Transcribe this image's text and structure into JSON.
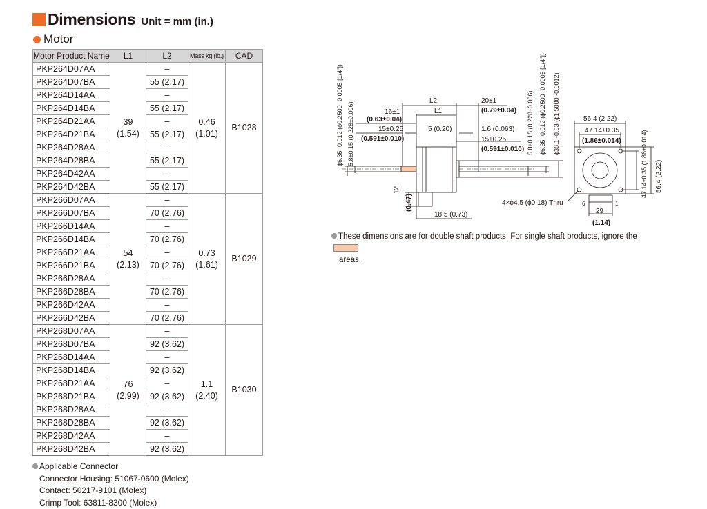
{
  "heading": {
    "title": "Dimensions",
    "unit": "Unit = mm (in.)"
  },
  "subheading": "Motor",
  "table": {
    "headers": [
      "Motor Product Name",
      "L1",
      "L2",
      "Mass kg (lb.)",
      "CAD"
    ],
    "groups": [
      {
        "l1": [
          "39",
          "(1.54)"
        ],
        "mass": [
          "0.46",
          "(1.01)"
        ],
        "cad": "B1028",
        "rows": [
          [
            "PKP264D07AA",
            "–"
          ],
          [
            "PKP264D07BA",
            "55 (2.17)"
          ],
          [
            "PKP264D14AA",
            "–"
          ],
          [
            "PKP264D14BA",
            "55 (2.17)"
          ],
          [
            "PKP264D21AA",
            "–"
          ],
          [
            "PKP264D21BA",
            "55 (2.17)"
          ],
          [
            "PKP264D28AA",
            "–"
          ],
          [
            "PKP264D28BA",
            "55 (2.17)"
          ],
          [
            "PKP264D42AA",
            "–"
          ],
          [
            "PKP264D42BA",
            "55 (2.17)"
          ]
        ]
      },
      {
        "l1": [
          "54",
          "(2.13)"
        ],
        "mass": [
          "0.73",
          "(1.61)"
        ],
        "cad": "B1029",
        "rows": [
          [
            "PKP266D07AA",
            "–"
          ],
          [
            "PKP266D07BA",
            "70 (2.76)"
          ],
          [
            "PKP266D14AA",
            "–"
          ],
          [
            "PKP266D14BA",
            "70 (2.76)"
          ],
          [
            "PKP266D21AA",
            "–"
          ],
          [
            "PKP266D21BA",
            "70 (2.76)"
          ],
          [
            "PKP266D28AA",
            "–"
          ],
          [
            "PKP266D28BA",
            "70 (2.76)"
          ],
          [
            "PKP266D42AA",
            "–"
          ],
          [
            "PKP266D42BA",
            "70 (2.76)"
          ]
        ]
      },
      {
        "l1": [
          "76",
          "(2.99)"
        ],
        "mass": [
          "1.1",
          "(2.40)"
        ],
        "cad": "B1030",
        "rows": [
          [
            "PKP268D07AA",
            "–"
          ],
          [
            "PKP268D07BA",
            "92 (3.62)"
          ],
          [
            "PKP268D14AA",
            "–"
          ],
          [
            "PKP268D14BA",
            "92 (3.62)"
          ],
          [
            "PKP268D21AA",
            "–"
          ],
          [
            "PKP268D21BA",
            "92 (3.62)"
          ],
          [
            "PKP268D28AA",
            "–"
          ],
          [
            "PKP268D28BA",
            "92 (3.62)"
          ],
          [
            "PKP268D42AA",
            "–"
          ],
          [
            "PKP268D42BA",
            "92 (3.62)"
          ]
        ]
      }
    ]
  },
  "connector": {
    "title": "Applicable Connector",
    "lines": [
      "Connector Housing: 51067-0600 (Molex)",
      "Contact: 50217-9101 (Molex)",
      "Crimp Tool: 63811-8300 (Molex)"
    ]
  },
  "drawing": {
    "shaft_tol_rear": "ϕ6.35 -0.012 (ϕ0.2500 -0.0005 [1/4\"])",
    "shaft_tol_front": "ϕ6.35 -0.012 (ϕ0.2500 -0.0005 [1/4\"])",
    "flat_rear": "5.8±0.15 (0.228±0.006)",
    "flat_front": "5.8±0.15 (0.228±0.006)",
    "pilot": "ϕ38.1 -0.03 (ϕ1.5000 -0.0012)",
    "l2": "L2",
    "l1": "L1",
    "d16": "16±1",
    "d16_in": "(0.63±0.04)",
    "d15_rear": "15±0.25",
    "d15_rear_in": "(0.591±0.010)",
    "d5": "5 (0.20)",
    "d20": "20±1",
    "d20_in": "(0.79±0.04)",
    "d16b": "1.6 (0.063)",
    "d15_front": "15±0.25",
    "d15_front_in": "(0.591±0.010)",
    "d12": "12",
    "d12_in": "(0.47)",
    "d18": "18.5 (0.73)",
    "face_w": "56.4 (2.22)",
    "face_pitch": "47.14±0.35",
    "face_pitch_in": "(1.86±0.014)",
    "face_h_pitch": "47.14±0.35 (1.86±0.014)",
    "face_h": "56.4 (2.22)",
    "holes": "4×ϕ4.5 (ϕ0.18) Thru",
    "pin6": "6",
    "pin1": "1",
    "conn_w": "29",
    "conn_w_in": "(1.14)",
    "note": "These dimensions are for double shaft products. For single shaft products, ignore the",
    "note_end": "areas.",
    "colors": {
      "hatch": "#f8c9ab",
      "accent": "#ef6b2a"
    }
  }
}
